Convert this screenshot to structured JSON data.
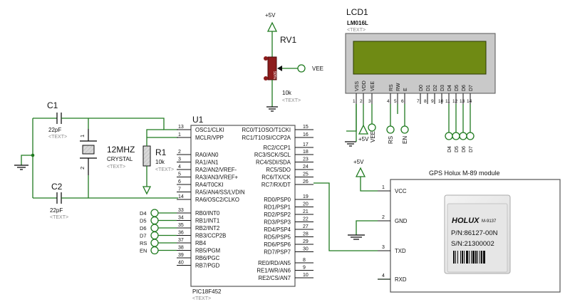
{
  "supply": {
    "plus5v": "+5V",
    "vee": "VEE"
  },
  "rv1": {
    "name": "RV1",
    "value": "10k",
    "text": "<TEXT>",
    "body_label": "50%"
  },
  "lcd": {
    "name": "LCD1",
    "model": "LM016L",
    "text": "<TEXT>",
    "pins": [
      "VSS",
      "VDD",
      "VEE",
      "RS",
      "RW",
      "E",
      "D0",
      "D1",
      "D2",
      "D3",
      "D4",
      "D5",
      "D6",
      "D7"
    ],
    "pin_numbers": [
      "1",
      "2",
      "3",
      "4",
      "5",
      "6",
      "7",
      "8",
      "9",
      "10",
      "11",
      "12",
      "13",
      "14"
    ],
    "net_labels": {
      "plus5v": "+5V",
      "vee": "VEE",
      "rs": "RS",
      "en": "EN",
      "d4": "D4",
      "d5": "D5",
      "d6": "D6",
      "d7": "D7"
    }
  },
  "c1": {
    "name": "C1",
    "value": "22pF",
    "text": "<TEXT>"
  },
  "c2": {
    "name": "C2",
    "value": "22pF",
    "text": "<TEXT>"
  },
  "crystal": {
    "freq": "12MHZ",
    "type": "CRYSTAL",
    "text": "<TEXT>",
    "pin1": "1",
    "pin2": "2"
  },
  "r1": {
    "name": "R1",
    "value": "10k",
    "text": "<TEXT>"
  },
  "mcu": {
    "name": "U1",
    "part": "PIC18F452",
    "text": "<TEXT>",
    "left_pins": [
      {
        "num": "13",
        "label": "OSC1/CLKI"
      },
      {
        "num": "1",
        "label": "MCLR/VPP"
      },
      {
        "num": "2",
        "label": "RA0/AN0"
      },
      {
        "num": "3",
        "label": "RA1/AN1"
      },
      {
        "num": "4",
        "label": "RA2/AN2/VREF-"
      },
      {
        "num": "5",
        "label": "RA3/AN3/VREF+"
      },
      {
        "num": "6",
        "label": "RA4/T0CKI"
      },
      {
        "num": "7",
        "label": "RA5/AN4/SS/LVDIN"
      },
      {
        "num": "14",
        "label": "RA6/OSC2/CLKO"
      },
      {
        "num": "33",
        "label": "RB0/INT0"
      },
      {
        "num": "34",
        "label": "RB1/INT1"
      },
      {
        "num": "35",
        "label": "RB2/INT2"
      },
      {
        "num": "36",
        "label": "RB3/CCP2B"
      },
      {
        "num": "37",
        "label": "RB4"
      },
      {
        "num": "38",
        "label": "RB5/PGM"
      },
      {
        "num": "39",
        "label": "RB6/PGC"
      },
      {
        "num": "40",
        "label": "RB7/PGD"
      }
    ],
    "right_pins": [
      {
        "num": "15",
        "label": "RC0/T1OSO/T1CKI"
      },
      {
        "num": "16",
        "label": "RC1/T1OSI/CCP2A"
      },
      {
        "num": "17",
        "label": "RC2/CCP1"
      },
      {
        "num": "18",
        "label": "RC3/SCK/SCL"
      },
      {
        "num": "23",
        "label": "RC4/SDI/SDA"
      },
      {
        "num": "24",
        "label": "RC5/SDO"
      },
      {
        "num": "25",
        "label": "RC6/TX/CK"
      },
      {
        "num": "26",
        "label": "RC7/RX/DT"
      },
      {
        "num": "19",
        "label": "RD0/PSP0"
      },
      {
        "num": "20",
        "label": "RD1/PSP1"
      },
      {
        "num": "21",
        "label": "RD2/PSP2"
      },
      {
        "num": "22",
        "label": "RD3/PSP3"
      },
      {
        "num": "27",
        "label": "RD4/PSP4"
      },
      {
        "num": "28",
        "label": "RD5/PSP5"
      },
      {
        "num": "29",
        "label": "RD6/PSP6"
      },
      {
        "num": "30",
        "label": "RD7/PSP7"
      },
      {
        "num": "8",
        "label": "RE0/RD/AN5"
      },
      {
        "num": "9",
        "label": "RE1/WR/AN6"
      },
      {
        "num": "10",
        "label": "RE2/CS/AN7"
      }
    ],
    "portb_nets": [
      "D4",
      "D5",
      "D6",
      "D7",
      "RS",
      "EN"
    ]
  },
  "gps": {
    "title": "GPS Holux M-89  module",
    "supply": "+5V",
    "pins": [
      {
        "num": "1",
        "label": "VCC"
      },
      {
        "num": "2",
        "label": "GND"
      },
      {
        "num": "3",
        "label": "TXD"
      },
      {
        "num": "4",
        "label": "RXD"
      }
    ],
    "chip": {
      "brand": "HOLUX",
      "model": "M-9137",
      "pn": "P/N:86127-00N",
      "sn": "S/N:21300002"
    }
  },
  "colors": {
    "wire": "#1f7a1f",
    "lcd_screen": "#6f8a14",
    "lcd_body": "#c9c9c9",
    "pot": "#7a1a1a"
  }
}
